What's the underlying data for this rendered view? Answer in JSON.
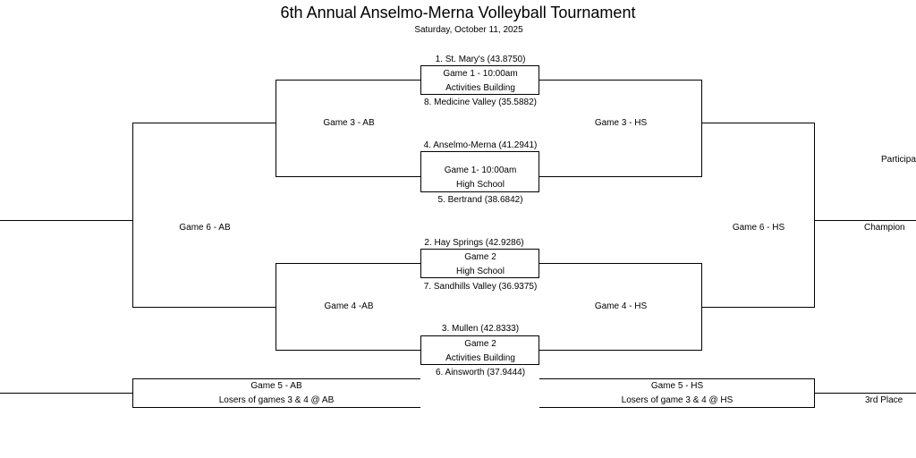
{
  "header": {
    "title": "6th Annual Anselmo-Merna Volleyball Tournament",
    "date": "Saturday, October 11, 2025"
  },
  "bracket": {
    "teams": {
      "seed1": "1. St. Mary's (43.8750)",
      "seed8": "8. Medicine Valley (35.5882)",
      "seed4": "4. Anselmo-Merna (41.2941)",
      "seed5": "5. Bertrand (38.6842)",
      "seed2": "2. Hay Springs (42.9286)",
      "seed7": "7. Sandhills Valley (36.9375)",
      "seed3": "3. Mullen (42.8333)",
      "seed6": "6. Ainsworth (37.9444)"
    },
    "game1_ab": {
      "line1": "Game 1 - 10:00am",
      "line2": "Activities Building"
    },
    "game1_hs": {
      "line1": "Game 1- 10:00am",
      "line2": "High School"
    },
    "game2_hs": {
      "line1": "Game 2",
      "line2": "High School"
    },
    "game2_ab": {
      "line1": "Game 2",
      "line2": "Activities Building"
    },
    "game3_ab": "Game 3 - AB",
    "game3_hs": "Game 3 - HS",
    "game4_ab": "Game 4 -AB",
    "game4_hs": "Game 4 - HS",
    "game6_ab": "Game 6 - AB",
    "game6_hs": "Game 6 - HS",
    "game5_ab": {
      "line1": "Game 5 - AB",
      "line2": "Losers of games 3 & 4 @ AB"
    },
    "game5_hs": {
      "line1": "Game 5 - HS",
      "line2": "Losers of game 3 & 4 @ HS"
    },
    "right_labels": {
      "participant": "Participa",
      "champion": "Champion",
      "third_place": "3rd Place"
    }
  }
}
